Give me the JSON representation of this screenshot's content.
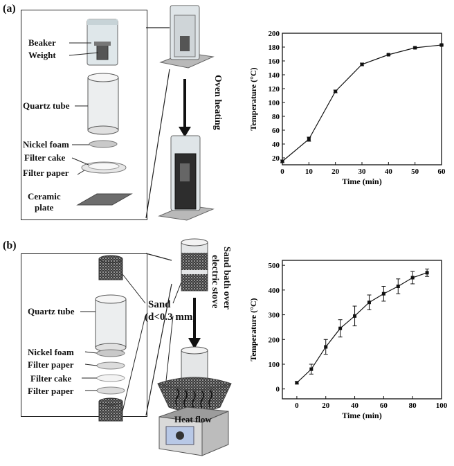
{
  "panel_a": {
    "label": "(a)",
    "labels": {
      "beaker": "Beaker",
      "weight": "Weight",
      "quartz_tube": "Quartz tube",
      "nickel_foam": "Nickel foam",
      "filter_cake": "Filter cake",
      "filter_paper": "Filter paper",
      "ceramic_plate_1": "Ceramic",
      "ceramic_plate_2": "plate",
      "oven_heating": "Oven heating"
    }
  },
  "panel_b": {
    "label": "(b)",
    "labels": {
      "quartz_tube": "Quartz tube",
      "sand_1": "Sand",
      "sand_2": "(d<0.3 mm)",
      "nickel_foam": "Nickel foam",
      "filter_paper_1": "Filter paper",
      "filter_cake": "Filter cake",
      "filter_paper_2": "Filter paper",
      "sand_bath_1": "Sand bath over",
      "sand_bath_2": "electric stove",
      "heat_flow": "Heat flow"
    }
  },
  "chart_data": [
    {
      "type": "line",
      "xlabel": "Time (min)",
      "ylabel": "Temperature (°C)",
      "xlim": [
        0,
        60
      ],
      "ylim": [
        10,
        200
      ],
      "xticks": [
        0,
        10,
        20,
        30,
        40,
        50,
        60
      ],
      "yticks": [
        20,
        40,
        60,
        80,
        100,
        120,
        140,
        160,
        180,
        200
      ],
      "x": [
        0,
        10,
        20,
        30,
        40,
        50,
        60
      ],
      "y": [
        15,
        47,
        116,
        155,
        169,
        179,
        183
      ],
      "err": [
        2,
        3,
        2,
        2,
        1,
        1,
        1
      ],
      "grid": false
    },
    {
      "type": "line",
      "xlabel": "Time (min)",
      "ylabel": "Temperature (°C)",
      "xlim": [
        -10,
        100
      ],
      "ylim": [
        -40,
        520
      ],
      "xticks": [
        0,
        20,
        40,
        60,
        80,
        100
      ],
      "yticks": [
        0,
        100,
        200,
        300,
        400,
        500
      ],
      "x": [
        0,
        10,
        20,
        30,
        40,
        50,
        60,
        70,
        80,
        90
      ],
      "y": [
        25,
        80,
        170,
        245,
        295,
        350,
        385,
        415,
        450,
        470
      ],
      "err": [
        5,
        20,
        30,
        35,
        40,
        30,
        30,
        30,
        25,
        15
      ],
      "grid": false
    }
  ]
}
